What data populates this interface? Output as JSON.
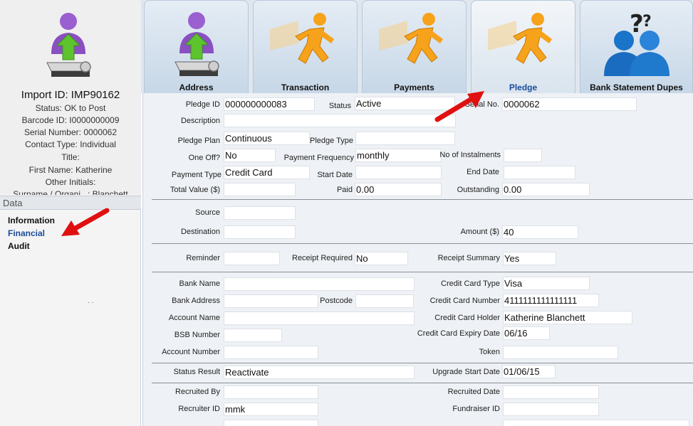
{
  "record": {
    "import_id": "Import ID: IMP90162",
    "status": "Status: OK to Post",
    "barcode": "Barcode ID: I0000000009",
    "serial": "Serial Number: 0000062",
    "contact_type": "Contact Type: Individual",
    "title": "Title:",
    "first_name": "First Name: Katherine",
    "other_initials": "Other Initials:",
    "surname": "Surname / Organi...: Blanchett"
  },
  "sidebar": {
    "header": "Data",
    "items": [
      {
        "label": "Information",
        "active": false
      },
      {
        "label": "Financial",
        "active": true
      },
      {
        "label": "Audit",
        "active": false
      }
    ],
    "dots": ". ."
  },
  "tabs": [
    {
      "label": "Address",
      "icon": "import-user-icon",
      "active": false
    },
    {
      "label": "Transaction",
      "icon": "running-man-icon",
      "active": false
    },
    {
      "label": "Payments",
      "icon": "running-man-icon",
      "active": false
    },
    {
      "label": "Pledge",
      "icon": "running-man-icon",
      "active": true
    },
    {
      "label": "Bank Statement Dupes",
      "icon": "question-users-icon",
      "active": false
    }
  ],
  "form": {
    "pledge_id": {
      "label": "Pledge ID",
      "value": "000000000083"
    },
    "status": {
      "label": "Status",
      "value": "Active"
    },
    "serial_no": {
      "label": "Serial No.",
      "value": "0000062"
    },
    "description": {
      "label": "Description",
      "value": ""
    },
    "pledge_plan": {
      "label": "Pledge Plan",
      "value": "Continuous"
    },
    "pledge_type": {
      "label": "Pledge Type",
      "value": ""
    },
    "one_off": {
      "label": "One Off?",
      "value": "No"
    },
    "payment_frequency": {
      "label": "Payment Frequency",
      "value": "monthly"
    },
    "no_of_instalments": {
      "label": "No of Instalments",
      "value": ""
    },
    "payment_type": {
      "label": "Payment Type",
      "value": "Credit Card"
    },
    "start_date": {
      "label": "Start Date",
      "value": ""
    },
    "end_date": {
      "label": "End Date",
      "value": ""
    },
    "total_value": {
      "label": "Total Value ($)",
      "value": ""
    },
    "paid": {
      "label": "Paid",
      "value": "0.00"
    },
    "outstanding": {
      "label": "Outstanding",
      "value": "0.00"
    },
    "source": {
      "label": "Source",
      "value": ""
    },
    "destination": {
      "label": "Destination",
      "value": ""
    },
    "amount": {
      "label": "Amount ($)",
      "value": "40"
    },
    "reminder": {
      "label": "Reminder",
      "value": ""
    },
    "receipt_required": {
      "label": "Receipt Required",
      "value": "No"
    },
    "receipt_summary": {
      "label": "Receipt Summary",
      "value": "Yes"
    },
    "bank_name": {
      "label": "Bank Name",
      "value": ""
    },
    "credit_card_type": {
      "label": "Credit Card Type",
      "value": "Visa"
    },
    "bank_address": {
      "label": "Bank Address",
      "value": ""
    },
    "postcode": {
      "label": "Postcode",
      "value": ""
    },
    "credit_card_number": {
      "label": "Credit Card Number",
      "value": "4111111111111111"
    },
    "account_name": {
      "label": "Account Name",
      "value": ""
    },
    "credit_card_holder": {
      "label": "Credit Card Holder",
      "value": "Katherine Blanchett"
    },
    "bsb_number": {
      "label": "BSB Number",
      "value": ""
    },
    "credit_card_expiry": {
      "label": "Credit Card Expiry Date",
      "value": "06/16"
    },
    "account_number": {
      "label": "Account Number",
      "value": ""
    },
    "token": {
      "label": "Token",
      "value": ""
    },
    "status_result": {
      "label": "Status Result",
      "value": "Reactivate"
    },
    "upgrade_start_date": {
      "label": "Upgrade Start Date",
      "value": "01/06/15"
    },
    "recruited_by": {
      "label": "Recruited By",
      "value": ""
    },
    "recruited_date": {
      "label": "Recruited Date",
      "value": ""
    },
    "recruiter_id": {
      "label": "Recruiter ID",
      "value": "mmk"
    },
    "fundraiser_id": {
      "label": "Fundraiser ID",
      "value": ""
    }
  },
  "colors": {
    "accent_blue": "#1a4c98",
    "arrow_red": "#e01010",
    "runner_orange": "#f7a21b",
    "user_purple": "#8a4fc2"
  }
}
